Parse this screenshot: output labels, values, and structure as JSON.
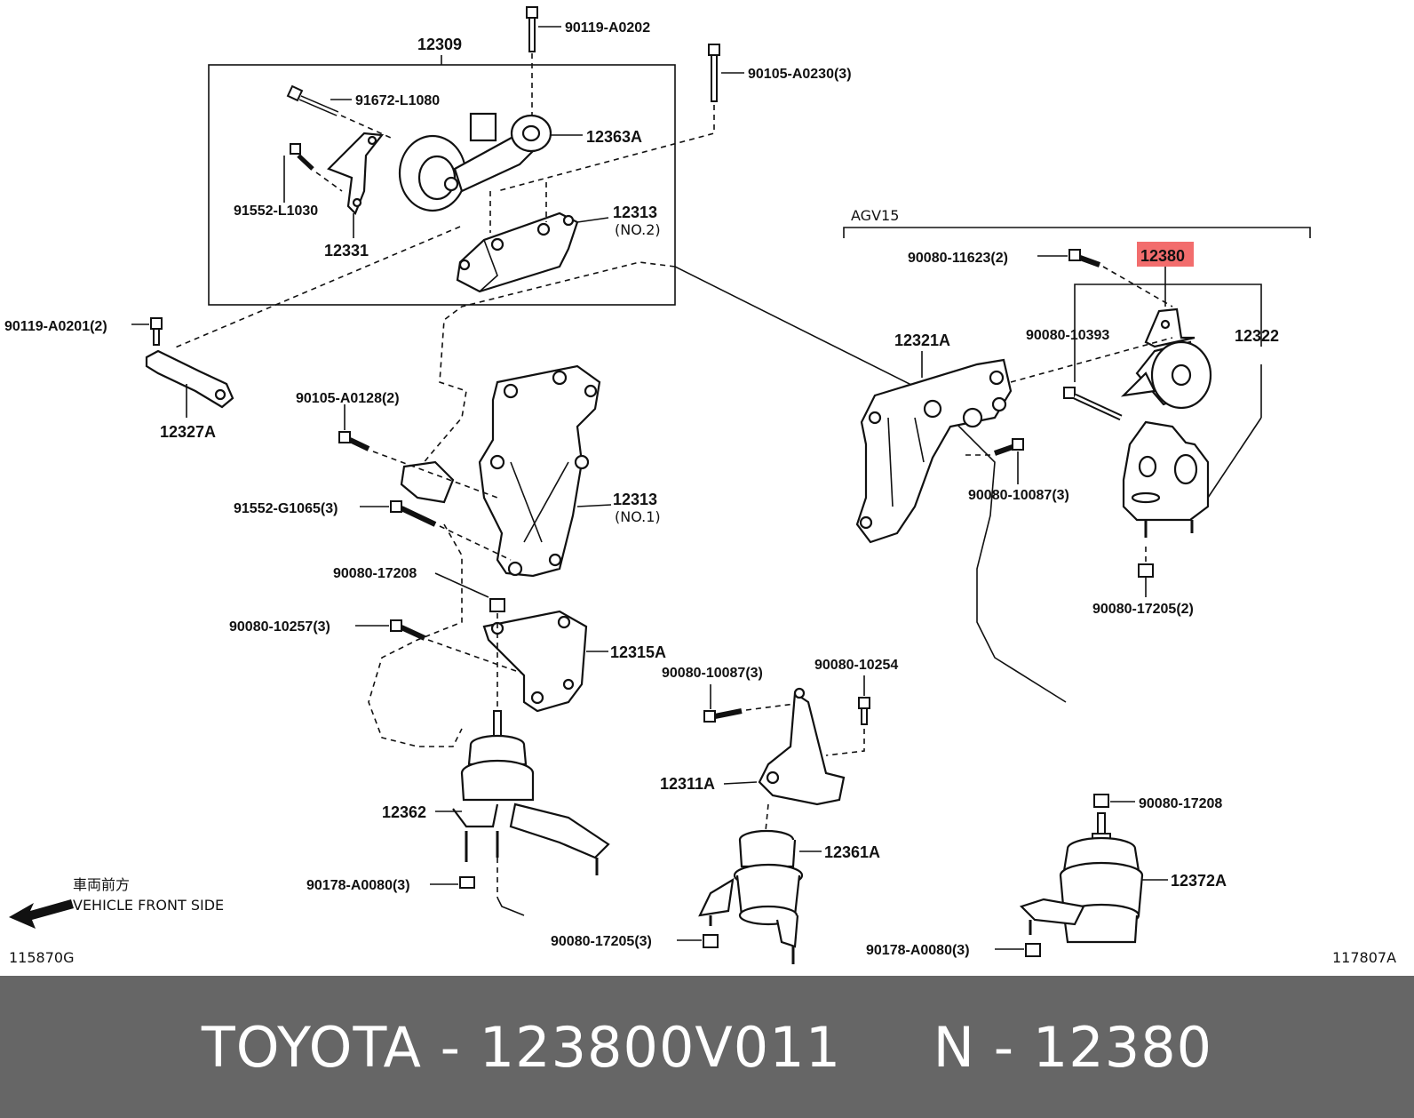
{
  "diagram": {
    "part_labels": [
      "12309",
      "90119-A0202",
      "90105-A0230(3)",
      "91672-L1080",
      "12363A",
      "91552-L1030",
      "12313",
      "(NO.2)",
      "12331",
      "90119-A0201(2)",
      "12327A",
      "90105-A0128(2)",
      "91552-G1065(3)",
      "12313",
      "(NO.1)",
      "90080-17208",
      "90080-10257(3)",
      "12315A",
      "90080-10087(3)",
      "90080-10254",
      "12311A",
      "12362",
      "12361A",
      "90178-A0080(3)",
      "90080-17205(3)",
      "90080-17208",
      "12372A",
      "90178-A0080(3)",
      "AGV15",
      "90080-11623(2)",
      "12380",
      "90080-10393",
      "12322",
      "12321A",
      "90080-10087(3)",
      "90080-17205(2)"
    ],
    "highlight": {
      "label": "12380",
      "color": "#f26d6d"
    },
    "direction_jp": "車両前方",
    "direction_en": "VEHICLE FRONT SIDE",
    "ref_left": "115870G",
    "ref_right": "117807A"
  },
  "footer": {
    "text": "TOYOTA - 123800V011     N - 12380",
    "bg_color": "#666666",
    "text_color": "#ffffff"
  }
}
